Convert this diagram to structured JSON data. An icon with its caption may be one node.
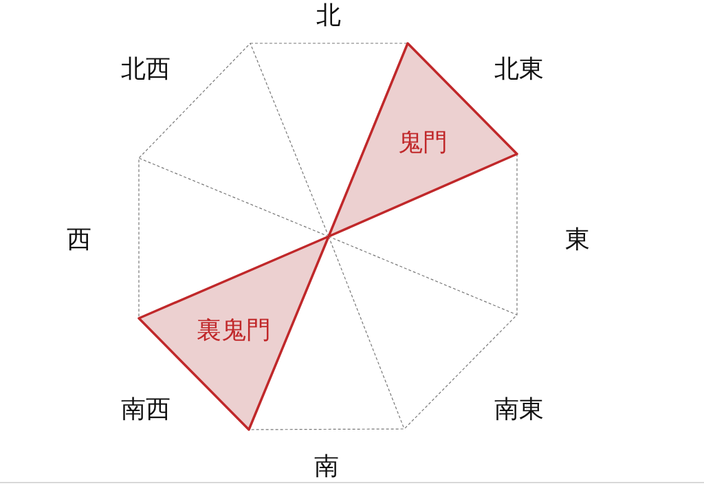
{
  "diagram": {
    "nodes": [
      {
        "text": [
          "鬼門"
        ]
      },
      {
        "text": [
          "裏鬼門"
        ]
      }
    ],
    "labels": [
      "北",
      "北西",
      "北東",
      "西",
      "東",
      "南西",
      "南東",
      "南"
    ]
  }
}
